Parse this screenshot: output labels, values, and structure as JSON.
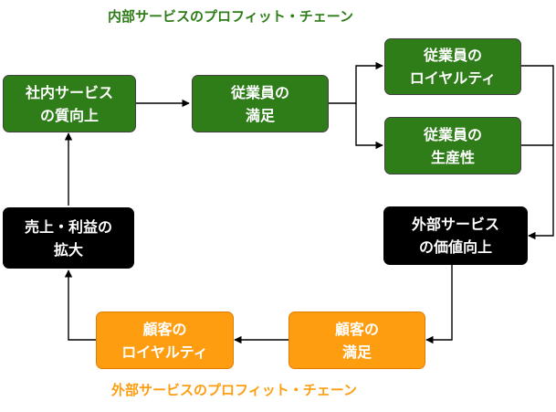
{
  "title_internal": "内部サービスのプロフィット・チェーン",
  "title_external": "外部サービスのプロフィット・チェーン",
  "nodes": {
    "internal_quality": "社内サービス\nの質向上",
    "employee_satisfaction": "従業員の\n満足",
    "employee_loyalty": "従業員の\nロイヤルティ",
    "employee_productivity": "従業員の\n生産性",
    "external_value": "外部サービス\nの価値向上",
    "customer_satisfaction": "顧客の\n満足",
    "customer_loyalty": "顧客の\nロイヤルティ",
    "sales_profit": "売上・利益の\n拡大"
  },
  "colors": {
    "internal_chain": "#2e7d18",
    "external_chain": "#ff9d10",
    "outcome": "#000000"
  }
}
